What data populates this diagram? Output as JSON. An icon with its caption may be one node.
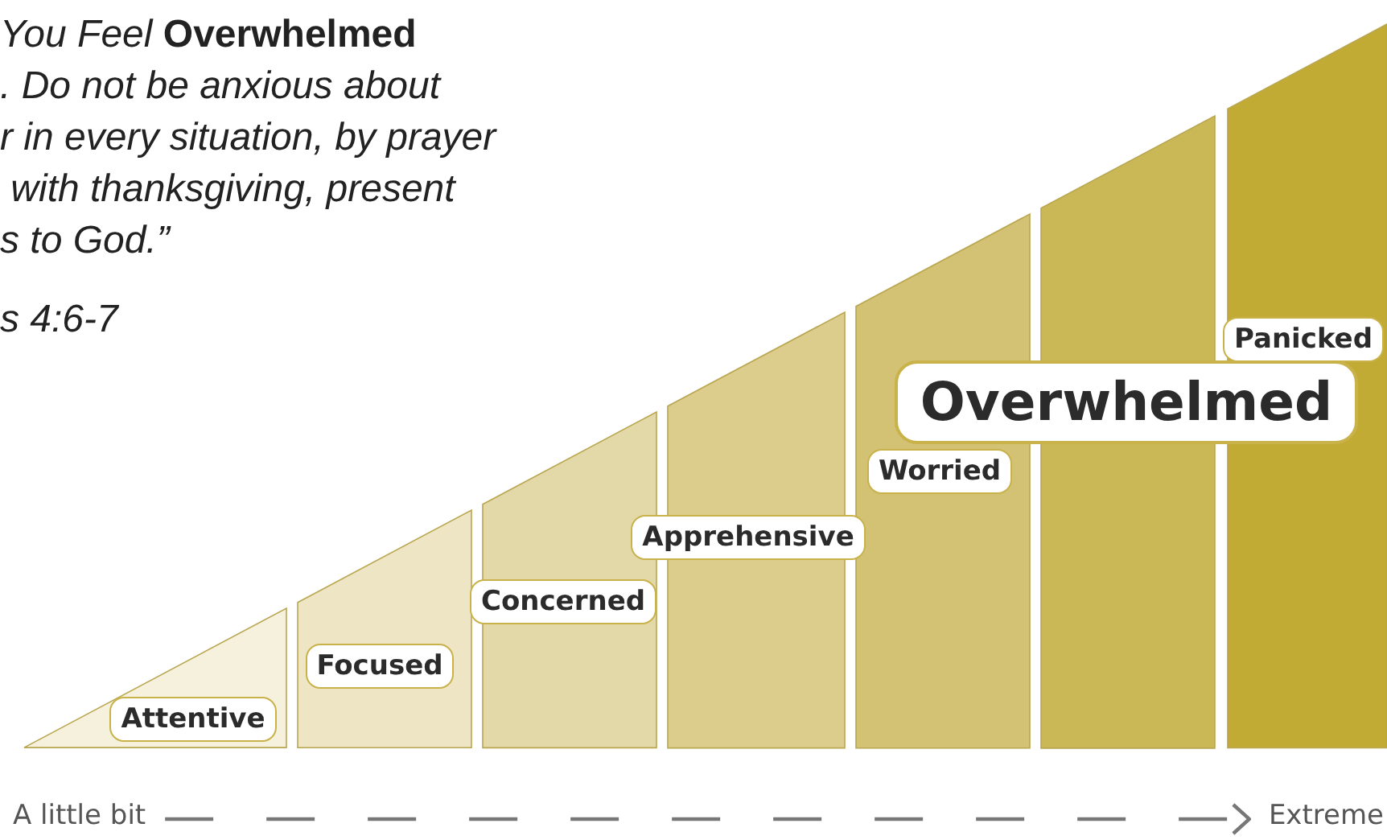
{
  "diagram": {
    "nodes": [
      {
        "text": [
          "Attentive"
        ]
      },
      {
        "text": [
          "Focused"
        ]
      },
      {
        "text": [
          "Concerned"
        ]
      },
      {
        "text": [
          "Apprehensive"
        ]
      },
      {
        "text": [
          "Worried"
        ]
      },
      {
        "text": [
          "Overwhelmed"
        ]
      },
      {
        "text": [
          "Panicked"
        ]
      },
      {
        "text": [
          "A little bit"
        ]
      },
      {
        "text": [
          "Extreme"
        ]
      }
    ],
    "edges": [
      {
        "from": 7,
        "to": 8,
        "arrow": "to",
        "style": "dashed"
      }
    ],
    "labels": [
      "*You Feel* **Overwhelmed**",
      ". Do not be anxious about",
      "r in every situation, by prayer",
      " with thanksgiving, present",
      "s to God.”",
      "s 4:6-7"
    ]
  }
}
